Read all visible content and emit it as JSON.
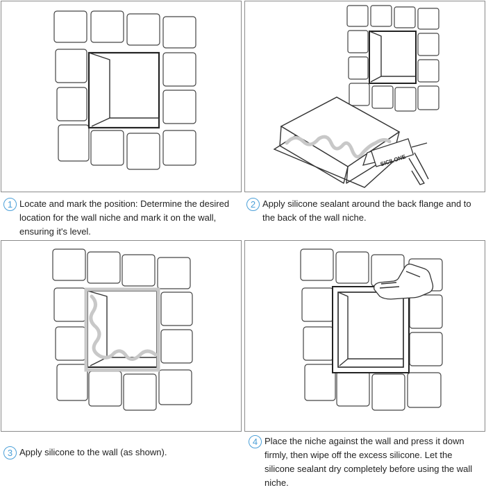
{
  "steps": [
    {
      "number": "1",
      "text": "Locate and mark the position: Determine the desired location for the wall niche and mark it on the wall, ensuring it's level."
    },
    {
      "number": "2",
      "text": "Apply silicone sealant around the back flange and to the back of the wall niche."
    },
    {
      "number": "3",
      "text": "Apply silicone to the wall (as shown)."
    },
    {
      "number": "4",
      "text": "Place the niche against the wall and press it down firmly, then wipe off the excess silicone. Let the silicone sealant dry completely before using the wall niche."
    }
  ],
  "tube_label": "SICILONE",
  "colors": {
    "accent": "#4a9fd8",
    "border": "#8a8a8a",
    "silicone": "#c8c8c8"
  }
}
